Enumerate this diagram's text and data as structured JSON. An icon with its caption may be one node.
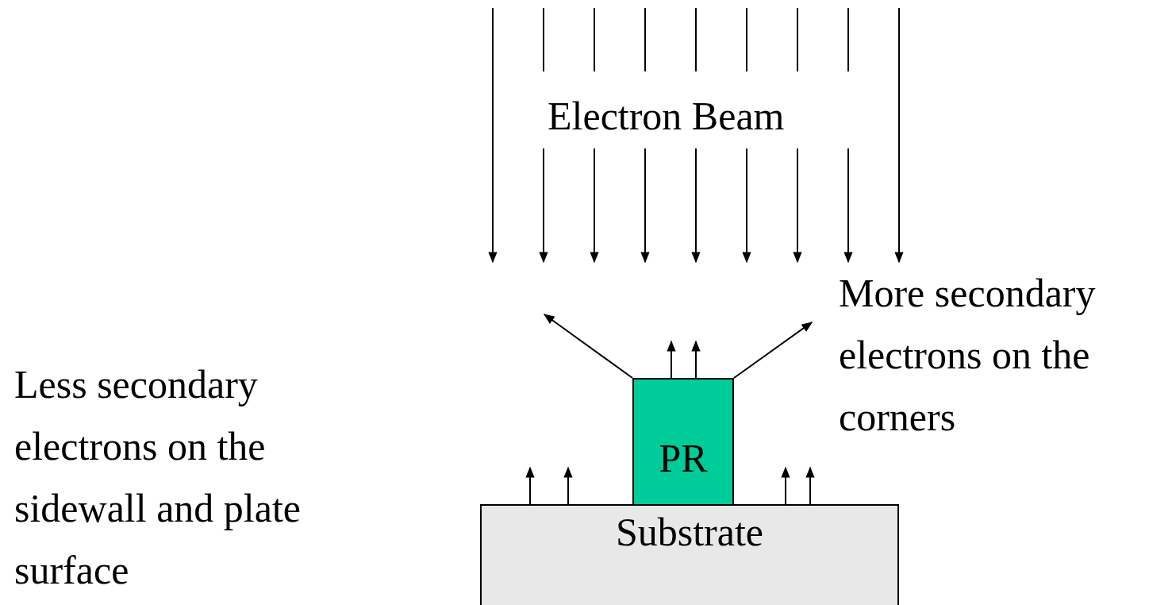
{
  "diagram": {
    "nodes": [
      {
        "text": [
          "PR"
        ]
      },
      {
        "text": [
          "Substrate"
        ]
      }
    ],
    "edges": [
      {
        "from": 0,
        "to": null,
        "arrow": "to"
      },
      {
        "from": 0,
        "to": null,
        "arrow": "to"
      },
      {
        "from": 0,
        "to": null,
        "arrow": "to"
      },
      {
        "from": 0,
        "to": null,
        "arrow": "to"
      },
      {
        "from": 1,
        "to": null,
        "arrow": "to"
      },
      {
        "from": 1,
        "to": null,
        "arrow": "to"
      },
      {
        "from": 1,
        "to": null,
        "arrow": "to"
      },
      {
        "from": 1,
        "to": null,
        "arrow": "to"
      }
    ],
    "labels": [
      "Electron Beam",
      "More secondary electrons on the corners",
      "Less secondary electrons on the sidewall and plate surface"
    ]
  }
}
